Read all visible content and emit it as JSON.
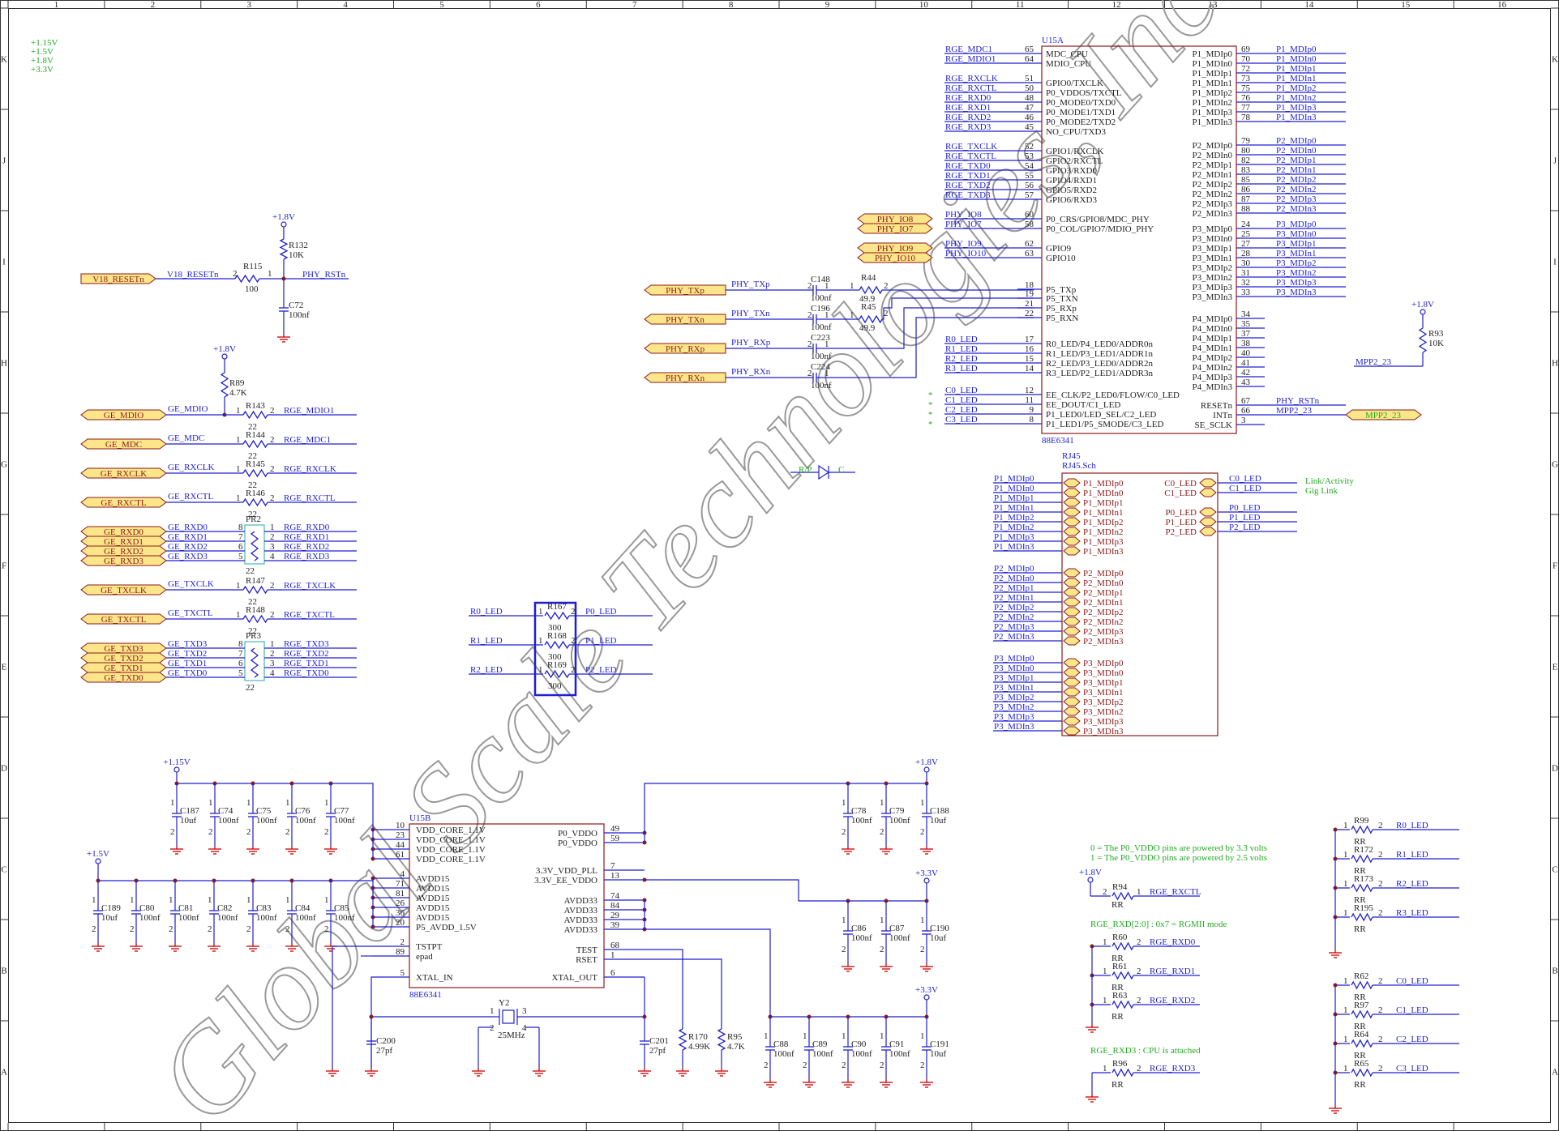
{
  "frame": {
    "columns": [
      "1",
      "2",
      "3",
      "4",
      "5",
      "6",
      "7",
      "8",
      "9",
      "10",
      "11",
      "12",
      "13",
      "14",
      "15",
      "16"
    ],
    "rows": [
      "K",
      "J",
      "I",
      "H",
      "G",
      "F",
      "E",
      "D",
      "C",
      "B",
      "A"
    ]
  },
  "power_legend": [
    "+1.15V",
    "+1.5V",
    "+1.8V",
    "+3.3V"
  ],
  "watermark": "Global Scale Technologies, Inc.",
  "u15a": {
    "ref": "U15A",
    "part": "88E6341",
    "left_nets": [
      {
        "net": "RGE_MDC1",
        "pin": "65",
        "name": "MDC_CPU"
      },
      {
        "net": "RGE_MDIO1",
        "pin": "64",
        "name": "MDIO_CPU"
      },
      {
        "net": "RGE_RXCLK",
        "pin": "51",
        "name": "GPIO0/TXCLK"
      },
      {
        "net": "RGE_RXCTL",
        "pin": "50",
        "name": "P0_VDDOS/TXCTL"
      },
      {
        "net": "RGE_RXD0",
        "pin": "48",
        "name": "P0_MODE0/TXD0"
      },
      {
        "net": "RGE_RXD1",
        "pin": "47",
        "name": "P0_MODE1/TXD1"
      },
      {
        "net": "RGE_RXD2",
        "pin": "46",
        "name": "P0_MODE2/TXD2"
      },
      {
        "net": "RGE_RXD3",
        "pin": "45",
        "name": "NO_CPU/TXD3"
      },
      {
        "net": "RGE_TXCLK",
        "pin": "52",
        "name": "GPIO1/RXCLK"
      },
      {
        "net": "RGE_TXCTL",
        "pin": "53",
        "name": "GPIO2/RXCTL"
      },
      {
        "net": "RGE_TXD0",
        "pin": "54",
        "name": "GPIO3/RXD0"
      },
      {
        "net": "RGE_TXD1",
        "pin": "55",
        "name": "GPIO4/RXD1"
      },
      {
        "net": "RGE_TXD2",
        "pin": "56",
        "name": "GPIO5/RXD2"
      },
      {
        "net": "RGE_TXD3",
        "pin": "57",
        "name": "GPIO6/RXD3"
      },
      {
        "net": "PHY_IO8",
        "pin": "60",
        "name": "P0_CRS/GPIO8/MDC_PHY"
      },
      {
        "net": "PHY_IO7",
        "pin": "58",
        "name": "P0_COL/GPIO7/MDIO_PHY"
      },
      {
        "net": "PHY_IO9",
        "pin": "62",
        "name": "GPIO9"
      },
      {
        "net": "PHY_IO10",
        "pin": "63",
        "name": "GPIO10"
      },
      {
        "net": "",
        "pin": "18",
        "name": "P5_TXp"
      },
      {
        "net": "",
        "pin": "19",
        "name": "P5_TXN"
      },
      {
        "net": "",
        "pin": "21",
        "name": "P5_RXp"
      },
      {
        "net": "",
        "pin": "22",
        "name": "P5_RXN"
      },
      {
        "net": "R0_LED",
        "pin": "17",
        "name": "R0_LED/P4_LED0/ADDR0n"
      },
      {
        "net": "R1_LED",
        "pin": "16",
        "name": "R1_LED/P3_LED1/ADDR1n"
      },
      {
        "net": "R2_LED",
        "pin": "15",
        "name": "R2_LED/P3_LED0/ADDR2n"
      },
      {
        "net": "R3_LED",
        "pin": "14",
        "name": "R3_LED/P2_LED1/ADDR3n"
      },
      {
        "net": "C0_LED",
        "pin": "12",
        "name": "EE_CLK/P2_LED0/FLOW/C0_LED"
      },
      {
        "net": "C1_LED",
        "pin": "11",
        "name": "EE_DOUT/C1_LED"
      },
      {
        "net": "C2_LED",
        "pin": "9",
        "name": "P1_LED0/LED_SEL/C2_LED"
      },
      {
        "net": "C3_LED",
        "pin": "8",
        "name": "P1_LED1/P5_SMODE/C3_LED"
      }
    ],
    "right_nets": [
      {
        "name": "P1_MDIp0",
        "pin": "69",
        "net": "P1_MDIp0"
      },
      {
        "name": "P1_MDIn0",
        "pin": "70",
        "net": "P1_MDIn0"
      },
      {
        "name": "P1_MDIp1",
        "pin": "72",
        "net": "P1_MDIp1"
      },
      {
        "name": "P1_MDIn1",
        "pin": "73",
        "net": "P1_MDIn1"
      },
      {
        "name": "P1_MDIp2",
        "pin": "75",
        "net": "P1_MDIp2"
      },
      {
        "name": "P1_MDIn2",
        "pin": "76",
        "net": "P1_MDIn2"
      },
      {
        "name": "P1_MDIp3",
        "pin": "77",
        "net": "P1_MDIp3"
      },
      {
        "name": "P1_MDIn3",
        "pin": "78",
        "net": "P1_MDIn3"
      },
      {
        "name": "P2_MDIp0",
        "pin": "79",
        "net": "P2_MDIp0"
      },
      {
        "name": "P2_MDIn0",
        "pin": "80",
        "net": "P2_MDIn0"
      },
      {
        "name": "P2_MDIp1",
        "pin": "82",
        "net": "P2_MDIp1"
      },
      {
        "name": "P2_MDIn1",
        "pin": "83",
        "net": "P2_MDIn1"
      },
      {
        "name": "P2_MDIp2",
        "pin": "85",
        "net": "P2_MDIp2"
      },
      {
        "name": "P2_MDIn2",
        "pin": "86",
        "net": "P2_MDIn2"
      },
      {
        "name": "P2_MDIp3",
        "pin": "87",
        "net": "P2_MDIp3"
      },
      {
        "name": "P2_MDIn3",
        "pin": "88",
        "net": "P2_MDIn3"
      },
      {
        "name": "P3_MDIp0",
        "pin": "24",
        "net": "P3_MDIp0"
      },
      {
        "name": "P3_MDIn0",
        "pin": "25",
        "net": "P3_MDIn0"
      },
      {
        "name": "P3_MDIp1",
        "pin": "27",
        "net": "P3_MDIp1"
      },
      {
        "name": "P3_MDIn1",
        "pin": "28",
        "net": "P3_MDIn1"
      },
      {
        "name": "P3_MDIp2",
        "pin": "30",
        "net": "P3_MDIp2"
      },
      {
        "name": "P3_MDIn2",
        "pin": "31",
        "net": "P3_MDIn2"
      },
      {
        "name": "P3_MDIp3",
        "pin": "32",
        "net": "P3_MDIp3"
      },
      {
        "name": "P3_MDIn3",
        "pin": "33",
        "net": "P3_MDIn3"
      },
      {
        "name": "P4_MDIp0",
        "pin": "34",
        "net": ""
      },
      {
        "name": "P4_MDIn0",
        "pin": "35",
        "net": ""
      },
      {
        "name": "P4_MDIp1",
        "pin": "37",
        "net": ""
      },
      {
        "name": "P4_MDIn1",
        "pin": "38",
        "net": ""
      },
      {
        "name": "P4_MDIp2",
        "pin": "40",
        "net": ""
      },
      {
        "name": "P4_MDIn2",
        "pin": "41",
        "net": ""
      },
      {
        "name": "P4_MDIp3",
        "pin": "42",
        "net": ""
      },
      {
        "name": "P4_MDIn3",
        "pin": "43",
        "net": ""
      },
      {
        "name": "RESETn",
        "pin": "67",
        "net": "PHY_RSTn"
      },
      {
        "name": "INTn",
        "pin": "66",
        "net": "MPP2_23"
      },
      {
        "name": "SE_SCLK",
        "pin": "3",
        "net": ""
      }
    ],
    "ports": [
      "PHY_IO8",
      "PHY_IO7",
      "PHY_IO9",
      "PHY_IO10"
    ]
  },
  "phy_side": {
    "ports": [
      "PHY_TXp",
      "PHY_TXn",
      "PHY_RXp",
      "PHY_RXn"
    ],
    "caps": [
      {
        "ref": "C148",
        "val": "100nf"
      },
      {
        "ref": "C196",
        "val": "100nf"
      },
      {
        "ref": "C223",
        "val": "100nf"
      },
      {
        "ref": "C224",
        "val": "100nf"
      }
    ],
    "res": [
      {
        "ref": "R44",
        "val": "49.9"
      },
      {
        "ref": "R45",
        "val": "49.9"
      }
    ]
  },
  "reset": {
    "port": "V18_RESETn",
    "net_in": "V18_RESETn",
    "net_out": "PHY_RSTn",
    "rail": "+1.8V",
    "r115": {
      "ref": "R115",
      "val": "100"
    },
    "r132": {
      "ref": "R132",
      "val": "10K"
    },
    "c72": {
      "ref": "C72",
      "val": "100nf"
    }
  },
  "r89": {
    "ref": "R89",
    "val": "4.7K",
    "rail": "+1.8V"
  },
  "ge_side": [
    {
      "port": "GE_MDIO",
      "net": "GE_MDIO",
      "ref": "R143",
      "val": "22",
      "out": "RGE_MDIO1"
    },
    {
      "port": "GE_MDC",
      "net": "GE_MDC",
      "ref": "R144",
      "val": "22",
      "out": "RGE_MDC1"
    },
    {
      "port": "GE_RXCLK",
      "net": "GE_RXCLK",
      "ref": "R145",
      "val": "22",
      "out": "RGE_RXCLK"
    },
    {
      "port": "GE_RXCTL",
      "net": "GE_RXCTL",
      "ref": "R146",
      "val": "22",
      "out": "RGE_RXCTL"
    }
  ],
  "pr2": {
    "ref": "PR2",
    "val": "22",
    "rows": [
      {
        "port": "GE_RXD0",
        "net": "GE_RXD0",
        "pl": "8",
        "pr": "1",
        "out": "RGE_RXD0"
      },
      {
        "port": "GE_RXD1",
        "net": "GE_RXD1",
        "pl": "7",
        "pr": "2",
        "out": "RGE_RXD1"
      },
      {
        "port": "GE_RXD2",
        "net": "GE_RXD2",
        "pl": "6",
        "pr": "3",
        "out": "RGE_RXD2"
      },
      {
        "port": "GE_RXD3",
        "net": "GE_RXD3",
        "pl": "5",
        "pr": "4",
        "out": "RGE_RXD3"
      }
    ]
  },
  "ge_side2": [
    {
      "port": "GE_TXCLK",
      "net": "GE_TXCLK",
      "ref": "R147",
      "val": "22",
      "out": "RGE_TXCLK"
    },
    {
      "port": "GE_TXCTL",
      "net": "GE_TXCTL",
      "ref": "R148",
      "val": "22",
      "out": "RGE_TXCTL"
    }
  ],
  "pr3": {
    "ref": "PR3",
    "val": "22",
    "rows": [
      {
        "port": "GE_TXD3",
        "net": "GE_TXD3",
        "pl": "8",
        "pr": "1",
        "out": "RGE_TXD3"
      },
      {
        "port": "GE_TXD2",
        "net": "GE_TXD2",
        "pl": "7",
        "pr": "2",
        "out": "RGE_TXD2"
      },
      {
        "port": "GE_TXD1",
        "net": "GE_TXD1",
        "pl": "6",
        "pr": "3",
        "out": "RGE_TXD1"
      },
      {
        "port": "GE_TXD0",
        "net": "GE_TXD0",
        "pl": "5",
        "pr": "4",
        "out": "RGE_TXD0"
      }
    ]
  },
  "led_res": [
    {
      "in": "R0_LED",
      "ref": "R167",
      "val": "300",
      "out": "P0_LED"
    },
    {
      "in": "R1_LED",
      "ref": "R168",
      "val": "300",
      "out": "P1_LED"
    },
    {
      "in": "R2_LED",
      "ref": "R169",
      "val": "300",
      "out": "P2_LED"
    }
  ],
  "rp_diode": {
    "left": "R/P",
    "right": "C"
  },
  "rj45": {
    "ref": "RJ45",
    "sheet": "RJ45.Sch",
    "left": [
      "P1_MDIp0",
      "P1_MDIn0",
      "P1_MDIp1",
      "P1_MDIn1",
      "P1_MDIp2",
      "P1_MDIn2",
      "P1_MDIp3",
      "P1_MDIn3",
      "P2_MDIp0",
      "P2_MDIn0",
      "P2_MDIp1",
      "P2_MDIn1",
      "P2_MDIp2",
      "P2_MDIn2",
      "P2_MDIp3",
      "P2_MDIn3",
      "P3_MDIp0",
      "P3_MDIn0",
      "P3_MDIp1",
      "P3_MDIn1",
      "P3_MDIp2",
      "P3_MDIn2",
      "P3_MDIp3",
      "P3_MDIn3"
    ],
    "right": [
      {
        "port": "C0_LED",
        "net": "C0_LED",
        "note": "Link/Activity"
      },
      {
        "port": "C1_LED",
        "net": "C1_LED",
        "note": "Gig Link"
      },
      {
        "port": "P0_LED",
        "net": "P0_LED",
        "note": ""
      },
      {
        "port": "P1_LED",
        "net": "P1_LED",
        "note": ""
      },
      {
        "port": "P2_LED",
        "net": "P2_LED",
        "note": ""
      }
    ]
  },
  "r93": {
    "ref": "R93",
    "val": "10K",
    "rail": "+1.8V",
    "net": "MPP2_23",
    "port": "MPP2_23"
  },
  "u15b": {
    "ref": "U15B",
    "part": "88E6341",
    "left": [
      {
        "pin": "10",
        "name": "VDD_CORE_1.1V"
      },
      {
        "pin": "23",
        "name": "VDD_CORE_1.1V"
      },
      {
        "pin": "44",
        "name": "VDD_CORE_1.1V"
      },
      {
        "pin": "61",
        "name": "VDD_CORE_1.1V"
      },
      {
        "pin": "4",
        "name": "AVDD15"
      },
      {
        "pin": "71",
        "name": "AVDD15"
      },
      {
        "pin": "81",
        "name": "AVDD15"
      },
      {
        "pin": "26",
        "name": "AVDD15"
      },
      {
        "pin": "36",
        "name": "AVDD15"
      },
      {
        "pin": "20",
        "name": "P5_AVDD_1.5V"
      },
      {
        "pin": "2",
        "name": "TSTPT"
      },
      {
        "pin": "89",
        "name": "epad"
      },
      {
        "pin": "5",
        "name": "XTAL_IN"
      }
    ],
    "right": [
      {
        "pin": "49",
        "name": "P0_VDDO"
      },
      {
        "pin": "59",
        "name": "P0_VDDO"
      },
      {
        "pin": "7",
        "name": "3.3V_VDD_PLL"
      },
      {
        "pin": "13",
        "name": "3.3V_EE_VDDO"
      },
      {
        "pin": "74",
        "name": "AVDD33"
      },
      {
        "pin": "84",
        "name": "AVDD33"
      },
      {
        "pin": "29",
        "name": "AVDD33"
      },
      {
        "pin": "39",
        "name": "AVDD33"
      },
      {
        "pin": "68",
        "name": "TEST"
      },
      {
        "pin": "1",
        "name": "RSET"
      },
      {
        "pin": "6",
        "name": "XTAL_OUT"
      }
    ]
  },
  "cap_rows": {
    "core": {
      "rail": "+1.15V",
      "caps": [
        {
          "ref": "C187",
          "val": "10uf"
        },
        {
          "ref": "C74",
          "val": "100nf"
        },
        {
          "ref": "C75",
          "val": "100nf"
        },
        {
          "ref": "C76",
          "val": "100nf"
        },
        {
          "ref": "C77",
          "val": "100nf"
        }
      ]
    },
    "avdd15": {
      "rail": "+1.5V",
      "caps": [
        {
          "ref": "C189",
          "val": "10uf"
        },
        {
          "ref": "C80",
          "val": "100nf"
        },
        {
          "ref": "C81",
          "val": "100nf"
        },
        {
          "ref": "C82",
          "val": "100nf"
        },
        {
          "ref": "C83",
          "val": "100nf"
        },
        {
          "ref": "C84",
          "val": "100nf"
        },
        {
          "ref": "C85",
          "val": "100nf"
        }
      ]
    },
    "vddo": {
      "rail": "+1.8V",
      "caps": [
        {
          "ref": "C78",
          "val": "100nf"
        },
        {
          "ref": "C79",
          "val": "100nf"
        },
        {
          "ref": "C188",
          "val": "10uf"
        }
      ]
    },
    "pll": {
      "rail": "+3.3V",
      "caps": [
        {
          "ref": "C86",
          "val": "100nf"
        },
        {
          "ref": "C87",
          "val": "100nf"
        },
        {
          "ref": "C190",
          "val": "10uf"
        }
      ]
    },
    "avdd33": {
      "rail": "+3.3V",
      "caps": [
        {
          "ref": "C88",
          "val": "100nf"
        },
        {
          "ref": "C89",
          "val": "100nf"
        },
        {
          "ref": "C90",
          "val": "100nf"
        },
        {
          "ref": "C91",
          "val": "100nf"
        },
        {
          "ref": "C191",
          "val": "10uf"
        }
      ]
    }
  },
  "xtal": {
    "ref": "Y2",
    "val": "25MHz",
    "pins": [
      "1",
      "2",
      "3",
      "4"
    ],
    "c200": {
      "ref": "C200",
      "val": "27pf"
    },
    "c201": {
      "ref": "C201",
      "val": "27pf"
    },
    "r170": {
      "ref": "R170",
      "val": "4.99K"
    },
    "r95": {
      "ref": "R95",
      "val": "4.7K"
    }
  },
  "strap": {
    "note1": "0 = The P0_VDDO pins are powered by 3.3 volts",
    "note2": "1 = The P0_VDDO pins are powered by 2.5 volts",
    "rail": "+1.8V",
    "r94": {
      "ref": "R94",
      "val": "RR",
      "net": "RGE_RXCTL"
    },
    "note3": "RGE_RXD[2:0] : 0x7 = RGMII mode",
    "rxd": [
      {
        "ref": "R60",
        "val": "RR",
        "net": "RGE_RXD0"
      },
      {
        "ref": "R61",
        "val": "RR",
        "net": "RGE_RXD1"
      },
      {
        "ref": "R63",
        "val": "RR",
        "net": "RGE_RXD2"
      }
    ],
    "note4": "RGE_RXD3 : CPU is attached",
    "r96": {
      "ref": "R96",
      "val": "RR",
      "net": "RGE_RXD3"
    }
  },
  "led_strap_r": [
    {
      "ref": "R99",
      "val": "RR",
      "net": "R0_LED"
    },
    {
      "ref": "R172",
      "val": "RR",
      "net": "R1_LED"
    },
    {
      "ref": "R173",
      "val": "RR",
      "net": "R2_LED"
    },
    {
      "ref": "R195",
      "val": "RR",
      "net": "R3_LED"
    }
  ],
  "led_strap_c": [
    {
      "ref": "R62",
      "val": "RR",
      "net": "C0_LED"
    },
    {
      "ref": "R97",
      "val": "RR",
      "net": "C1_LED"
    },
    {
      "ref": "R64",
      "val": "RR",
      "net": "C2_LED"
    },
    {
      "ref": "R65",
      "val": "RR",
      "net": "C3_LED"
    }
  ]
}
